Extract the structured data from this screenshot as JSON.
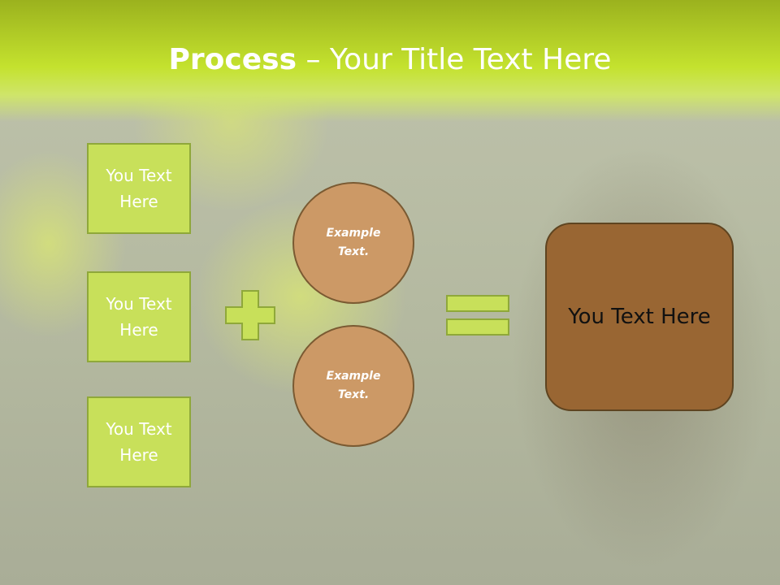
{
  "slide": {
    "title_bold": "Process",
    "title_rest": " – Your Title Text Here"
  },
  "left_boxes": [
    {
      "label": "You Text Here"
    },
    {
      "label": "You Text Here"
    },
    {
      "label": "You Text Here"
    }
  ],
  "circles": [
    {
      "label": "Example Text."
    },
    {
      "label": "Example Text."
    }
  ],
  "result": {
    "label": "You Text Here"
  },
  "colors": {
    "header": "#c4e22e",
    "box_fill": "#c8e05a",
    "circle_fill": "#cc9966",
    "result_fill": "#996633"
  },
  "icons": [
    "plus-icon",
    "equals-icon"
  ]
}
